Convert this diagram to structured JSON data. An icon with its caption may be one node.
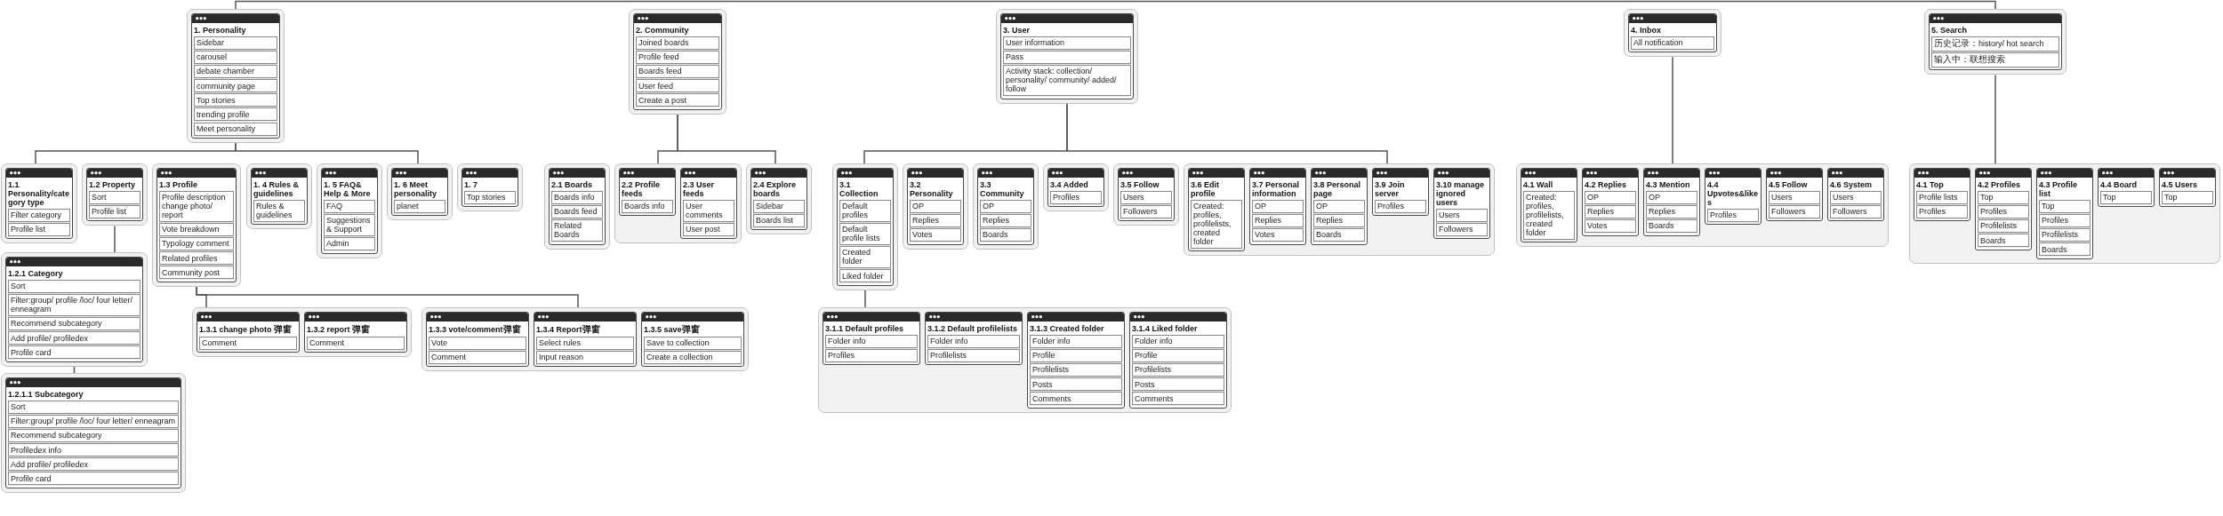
{
  "diagram": {
    "nodes": [
      {
        "text": [],
        "shape": "box"
      },
      {
        "text": [
          "1. Personality",
          "Sidebar",
          "carousel",
          "debate chamber",
          "community page",
          "Top stories",
          "trending profile",
          "Meet personality"
        ],
        "in": 0
      },
      {
        "text": [],
        "shape": "box"
      },
      {
        "text": [
          "2. Community",
          "Joined boards",
          "Profile feed",
          "Boards feed",
          "User feed",
          "Create a post"
        ],
        "in": 2
      },
      {
        "text": [],
        "shape": "box"
      },
      {
        "text": [
          "3. User",
          "User information",
          "Pass",
          "Activity stack: collection/ personality/ community/ added/ follow"
        ],
        "in": 4
      },
      {
        "text": [],
        "shape": "box"
      },
      {
        "text": [
          "4. Inbox",
          "All notification"
        ],
        "in": 6
      },
      {
        "text": [],
        "shape": "box"
      },
      {
        "text": [
          "5. Search",
          "历史记录：history/ hot search",
          "输入中：联想搜索"
        ],
        "in": 8
      },
      {
        "text": [],
        "shape": "box"
      },
      {
        "text": [
          "1.1 Personality/category type",
          "Filter category",
          "Profile list"
        ],
        "in": 10
      },
      {
        "text": [],
        "shape": "box"
      },
      {
        "text": [
          "1.2 Property",
          "Sort",
          "Profile list"
        ],
        "in": 12
      },
      {
        "text": [],
        "shape": "box"
      },
      {
        "text": [
          "1.3 Profile",
          "Profile description change photo/ report",
          "Vote breakdown",
          "Typology comment",
          "Related profiles",
          "Community post"
        ],
        "in": 14
      },
      {
        "text": [],
        "shape": "box"
      },
      {
        "text": [
          "1. 4 Rules & guidelines",
          "Rules & guidelines"
        ],
        "in": 16
      },
      {
        "text": [],
        "shape": "box"
      },
      {
        "text": [
          "1. 5 FAQ& Help & More",
          "FAQ",
          "Suggestions & Support",
          "Admin"
        ],
        "in": 18
      },
      {
        "text": [],
        "shape": "box"
      },
      {
        "text": [
          "1. 6 Meet personality",
          "planet"
        ],
        "in": 20
      },
      {
        "text": [],
        "shape": "box"
      },
      {
        "text": [
          "1. 7",
          "Top stories"
        ],
        "in": 22
      },
      {
        "text": [],
        "shape": "box"
      },
      {
        "text": [
          "2.1 Boards",
          "Boards info",
          "Boards feed",
          "Related Boards"
        ],
        "in": 24
      },
      {
        "text": [],
        "shape": "box"
      },
      {
        "text": [
          "2.2 Profile feeds",
          "Boards info"
        ],
        "in": 26
      },
      {
        "text": [
          "2.3 User feeds",
          "User comments",
          "User post"
        ],
        "in": 26
      },
      {
        "text": [],
        "shape": "box"
      },
      {
        "text": [
          "2.4 Explore boards",
          "Sidebar",
          "Boards list"
        ],
        "in": 29
      },
      {
        "text": [],
        "shape": "box"
      },
      {
        "text": [
          "3.1 Collection",
          "Default profiles",
          "Default profile lists",
          "Created folder",
          "Liked folder"
        ],
        "in": 31
      },
      {
        "text": [],
        "shape": "box"
      },
      {
        "text": [
          "3.2 Personality",
          "OP",
          "Replies",
          "Votes"
        ],
        "in": 33
      },
      {
        "text": [],
        "shape": "box"
      },
      {
        "text": [
          "3.3 Community",
          "OP",
          "Replies",
          "Boards"
        ],
        "in": 35
      },
      {
        "text": [],
        "shape": "box"
      },
      {
        "text": [
          "3.4 Added",
          "Profiles"
        ],
        "in": 37
      },
      {
        "text": [],
        "shape": "box"
      },
      {
        "text": [
          "3.5 Follow",
          "Users",
          "Followers"
        ],
        "in": 39
      },
      {
        "text": [],
        "shape": "box"
      },
      {
        "text": [
          "3.6 Edit profile",
          "Created: profiles, profilelists, created folder"
        ],
        "in": 41
      },
      {
        "text": [
          "3.7 Personal information",
          "OP",
          "Replies",
          "Votes"
        ],
        "in": 41
      },
      {
        "text": [
          "3.8 Personal page",
          "OP",
          "Replies",
          "Boards"
        ],
        "in": 41
      },
      {
        "text": [
          "3.9 Join server",
          "Profiles"
        ],
        "in": 41
      },
      {
        "text": [
          "3.10 manage ignored users",
          "Users",
          "Followers"
        ],
        "in": 41
      },
      {
        "text": [],
        "shape": "box"
      },
      {
        "text": [
          "4.1 Wall",
          "Created: profiles, profilelists, created folder"
        ],
        "in": 47
      },
      {
        "text": [
          "4.2 Replies",
          "OP",
          "Replies",
          "Votes"
        ],
        "in": 47
      },
      {
        "text": [
          "4.3 Mention",
          "OP",
          "Replies",
          "Boards"
        ],
        "in": 47
      },
      {
        "text": [
          "4.4 Upvotes&likes",
          "Profiles"
        ],
        "in": 47
      },
      {
        "text": [
          "4.5 Follow",
          "Users",
          "Followers"
        ],
        "in": 47
      },
      {
        "text": [
          "4.6 System",
          "Users",
          "Followers"
        ],
        "in": 47
      },
      {
        "text": [],
        "shape": "box"
      },
      {
        "text": [
          "4.1 Top",
          "Profile lists",
          "Profiles"
        ],
        "in": 54
      },
      {
        "text": [
          "4.2 Profiles",
          "Top",
          "Profiles",
          "Profilelists",
          "Boards"
        ],
        "in": 54
      },
      {
        "text": [
          "4.3 Profile list",
          "Top",
          "Profiles",
          "Profilelists",
          "Boards"
        ],
        "in": 54
      },
      {
        "text": [
          "4.4 Board",
          "Top"
        ],
        "in": 54
      },
      {
        "text": [
          "4.5 Users",
          "Top"
        ],
        "in": 54
      },
      {
        "text": [],
        "shape": "box"
      },
      {
        "text": [
          "1.2.1 Category",
          "Sort",
          "Filter:group/ profile /loc/ four letter/ enneagram",
          "Recommend subcategory",
          "Add profile/ profiledex",
          "Profile card"
        ],
        "in": 60
      },
      {
        "text": [],
        "shape": "box"
      },
      {
        "text": [
          "1.3.1 change photo 弹窗",
          "Comment"
        ],
        "in": 62
      },
      {
        "text": [
          "1.3.2 report 弹窗",
          "Comment"
        ],
        "in": 62
      },
      {
        "text": [],
        "shape": "box"
      },
      {
        "text": [
          "1.3.3 vote/comment弹窗",
          "Vote",
          "Comment"
        ],
        "in": 65
      },
      {
        "text": [
          "1.3.4 Report弹窗",
          "Select rules",
          "Input reason"
        ],
        "in": 65
      },
      {
        "text": [
          "1.3.5 save弹窗",
          "Save to collection",
          "Create a collection"
        ],
        "in": 65
      },
      {
        "text": [],
        "shape": "box"
      },
      {
        "text": [
          "3.1.1 Default profiles",
          "Folder info",
          "Profiles"
        ],
        "in": 69
      },
      {
        "text": [
          "3.1.2 Default profilelists",
          "Folder info",
          "Profilelists"
        ],
        "in": 69
      },
      {
        "text": [
          "3.1.3 Created folder",
          "Folder info",
          "Profile",
          "Profilelists",
          "Posts",
          "Comments"
        ],
        "in": 69
      },
      {
        "text": [
          "3.1.4 Liked folder",
          "Folder info",
          "Profile",
          "Profilelists",
          "Posts",
          "Comments"
        ],
        "in": 69
      },
      {
        "text": [],
        "shape": "box"
      },
      {
        "text": [
          "1.2.1.1 Subcategory",
          "Sort",
          "Filter:group/ profile /loc/ four letter/ enneagram",
          "Recommend subcategory",
          "Profiledex info",
          "Add profile/ profiledex",
          "Profile card"
        ],
        "in": 74
      }
    ],
    "edges": [
      {
        "from": 0,
        "to": 8,
        "arrow": "none"
      },
      {
        "from": 0,
        "to": 10,
        "arrow": "none"
      },
      {
        "from": 0,
        "to": 20,
        "arrow": "none"
      },
      {
        "from": 12,
        "to": 60,
        "arrow": "none"
      },
      {
        "from": 60,
        "to": 74,
        "arrow": "none"
      },
      {
        "from": 14,
        "to": 62,
        "arrow": "none"
      },
      {
        "from": 14,
        "to": 65,
        "arrow": "none"
      },
      {
        "from": 2,
        "to": 26,
        "arrow": "none"
      },
      {
        "from": 2,
        "to": 29,
        "arrow": "none"
      },
      {
        "from": 4,
        "to": 31,
        "arrow": "none"
      },
      {
        "from": 4,
        "to": 41,
        "arrow": "none"
      },
      {
        "from": 31,
        "to": 69,
        "arrow": "none"
      },
      {
        "from": 6,
        "to": 47,
        "arrow": "none"
      },
      {
        "from": 8,
        "to": 54,
        "arrow": "none"
      }
    ]
  }
}
